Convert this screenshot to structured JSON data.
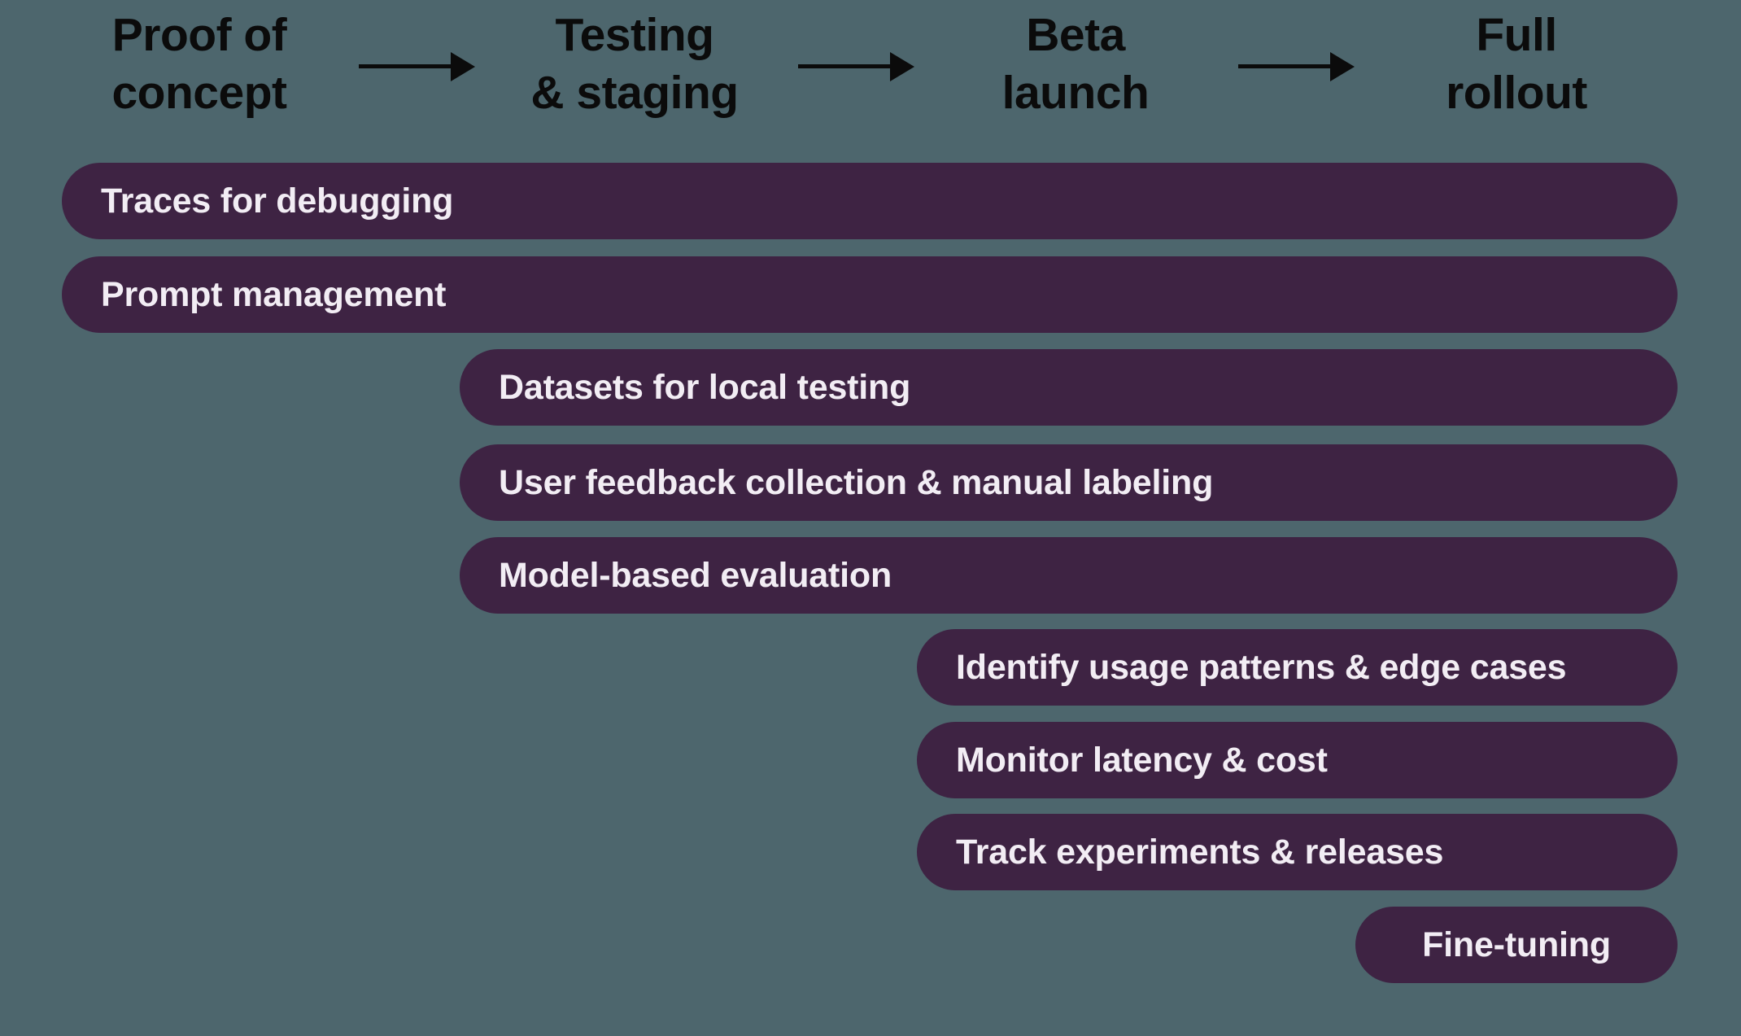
{
  "colors": {
    "background": "#4D666D",
    "bar": "#3E2343",
    "bar_text": "#F2EDF4",
    "header_text": "#0B0B0B",
    "arrow": "#0B0B0B"
  },
  "stages": [
    {
      "name": "Proof of concept",
      "line1": "Proof of",
      "line2": "concept"
    },
    {
      "name": "Testing & staging",
      "line1": "Testing",
      "line2": "& staging"
    },
    {
      "name": "Beta launch",
      "line1": "Beta",
      "line2": "launch"
    },
    {
      "name": "Full rollout",
      "line1": "Full",
      "line2": "rollout"
    }
  ],
  "bars": [
    {
      "label": "Traces for debugging",
      "start_stage": "Proof of concept",
      "end_stage": "Full rollout"
    },
    {
      "label": "Prompt management",
      "start_stage": "Proof of concept",
      "end_stage": "Full rollout"
    },
    {
      "label": "Datasets for local testing",
      "start_stage": "Testing & staging",
      "end_stage": "Full rollout"
    },
    {
      "label": "User feedback collection & manual labeling",
      "start_stage": "Testing & staging",
      "end_stage": "Full rollout"
    },
    {
      "label": "Model-based evaluation",
      "start_stage": "Testing & staging",
      "end_stage": "Full rollout"
    },
    {
      "label": "Identify usage patterns & edge cases",
      "start_stage": "Beta launch",
      "end_stage": "Full rollout"
    },
    {
      "label": "Monitor latency & cost",
      "start_stage": "Beta launch",
      "end_stage": "Full rollout"
    },
    {
      "label": "Track experiments & releases",
      "start_stage": "Beta launch",
      "end_stage": "Full rollout"
    },
    {
      "label": "Fine-tuning",
      "start_stage": "Full rollout",
      "end_stage": "Full rollout"
    }
  ]
}
